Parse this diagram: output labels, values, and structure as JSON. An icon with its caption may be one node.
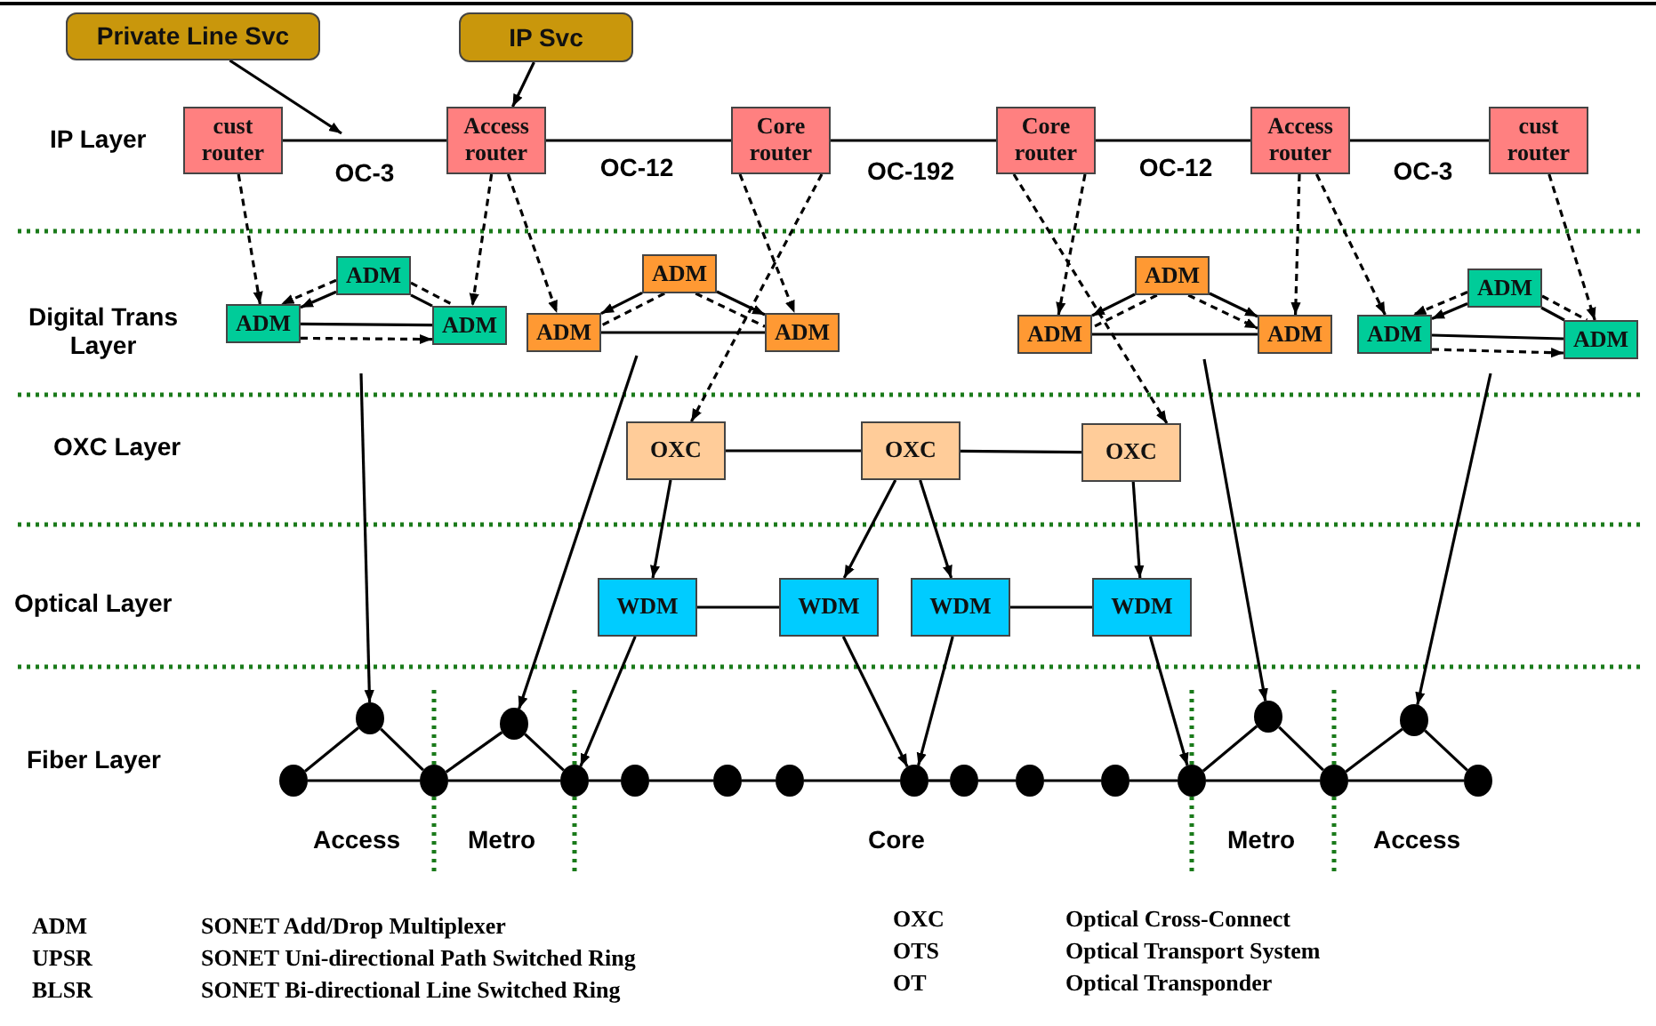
{
  "diagram": {
    "nodes": [
      {
        "text": [
          "Private Line Svc"
        ]
      },
      {
        "text": [
          "IP Svc"
        ]
      },
      {
        "text": [
          "cust router"
        ]
      },
      {
        "text": [
          "Access router"
        ]
      },
      {
        "text": [
          "Core router"
        ]
      },
      {
        "text": [
          "Core router"
        ]
      },
      {
        "text": [
          "Access router"
        ]
      },
      {
        "text": [
          "cust router"
        ]
      },
      {
        "text": [
          "ADM"
        ]
      },
      {
        "text": [
          "ADM"
        ]
      },
      {
        "text": [
          "ADM"
        ]
      },
      {
        "text": [
          "ADM"
        ]
      },
      {
        "text": [
          "ADM"
        ]
      },
      {
        "text": [
          "ADM"
        ]
      },
      {
        "text": [
          "ADM"
        ]
      },
      {
        "text": [
          "ADM"
        ]
      },
      {
        "text": [
          "ADM"
        ]
      },
      {
        "text": [
          "ADM"
        ]
      },
      {
        "text": [
          "ADM"
        ]
      },
      {
        "text": [
          "ADM"
        ]
      },
      {
        "text": [
          "OXC"
        ]
      },
      {
        "text": [
          "OXC"
        ]
      },
      {
        "text": [
          "OXC"
        ]
      },
      {
        "text": [
          "WDM"
        ]
      },
      {
        "text": [
          "WDM"
        ]
      },
      {
        "text": [
          "WDM"
        ]
      },
      {
        "text": [
          "WDM"
        ]
      },
      {
        "text": [],
        "shape": "circle"
      },
      {
        "text": [],
        "shape": "circle"
      },
      {
        "text": [],
        "shape": "circle"
      },
      {
        "text": [],
        "shape": "circle"
      },
      {
        "text": [],
        "shape": "circle"
      },
      {
        "text": [],
        "shape": "circle"
      },
      {
        "text": [],
        "shape": "circle"
      },
      {
        "text": [],
        "shape": "circle"
      },
      {
        "text": [],
        "shape": "circle"
      },
      {
        "text": [],
        "shape": "circle"
      },
      {
        "text": [],
        "shape": "circle"
      },
      {
        "text": [],
        "shape": "circle"
      },
      {
        "text": [],
        "shape": "circle"
      },
      {
        "text": [],
        "shape": "circle"
      },
      {
        "text": [],
        "shape": "circle"
      },
      {
        "text": [],
        "shape": "circle"
      },
      {
        "text": [],
        "shape": "circle"
      }
    ],
    "edges": [
      {
        "from": 0,
        "to": null,
        "arrow": "to"
      },
      {
        "from": 1,
        "to": 3,
        "arrow": "to"
      },
      {
        "from": 2,
        "to": 3,
        "arrow": "none",
        "label": "OC-3"
      },
      {
        "from": 3,
        "to": 4,
        "arrow": "none",
        "label": "OC-12"
      },
      {
        "from": 4,
        "to": 5,
        "arrow": "none",
        "label": "OC-192"
      },
      {
        "from": 5,
        "to": 6,
        "arrow": "none",
        "label": "OC-12"
      },
      {
        "from": 6,
        "to": 7,
        "arrow": "none",
        "label": "OC-3"
      },
      {
        "from": 2,
        "to": 9,
        "arrow": "to",
        "style": "dashed"
      },
      {
        "from": 3,
        "to": 10,
        "arrow": "to",
        "style": "dashed"
      },
      {
        "from": 3,
        "to": 12,
        "arrow": "to",
        "style": "dashed"
      },
      {
        "from": 4,
        "to": 13,
        "arrow": "to",
        "style": "dashed"
      },
      {
        "from": 4,
        "to": 20,
        "arrow": "to",
        "style": "dashed"
      },
      {
        "from": 5,
        "to": 15,
        "arrow": "to",
        "style": "dashed"
      },
      {
        "from": 5,
        "to": 22,
        "arrow": "to",
        "style": "dashed"
      },
      {
        "from": 6,
        "to": 16,
        "arrow": "to",
        "style": "dashed"
      },
      {
        "from": 6,
        "to": 18,
        "arrow": "to",
        "style": "dashed"
      },
      {
        "from": 7,
        "to": 19,
        "arrow": "to",
        "style": "dashed"
      },
      {
        "from": 8,
        "to": 9,
        "arrow": "to"
      },
      {
        "from": 8,
        "to": 9,
        "arrow": "to",
        "style": "dashed"
      },
      {
        "from": 8,
        "to": 10,
        "arrow": "none"
      },
      {
        "from": 8,
        "to": 10,
        "arrow": "none",
        "style": "dashed"
      },
      {
        "from": 9,
        "to": 10,
        "arrow": "none"
      },
      {
        "from": 9,
        "to": 10,
        "arrow": "to",
        "style": "dashed"
      },
      {
        "from": 11,
        "to": 12,
        "arrow": "to"
      },
      {
        "from": 11,
        "to": 12,
        "arrow": "none",
        "style": "dashed"
      },
      {
        "from": 11,
        "to": 13,
        "arrow": "to"
      },
      {
        "from": 11,
        "to": 13,
        "arrow": "none",
        "style": "dashed"
      },
      {
        "from": 12,
        "to": 13,
        "arrow": "none"
      },
      {
        "from": 14,
        "to": 15,
        "arrow": "to"
      },
      {
        "from": 14,
        "to": 15,
        "arrow": "none",
        "style": "dashed"
      },
      {
        "from": 14,
        "to": 16,
        "arrow": "to"
      },
      {
        "from": 14,
        "to": 16,
        "arrow": "to",
        "style": "dashed"
      },
      {
        "from": 15,
        "to": 16,
        "arrow": "none"
      },
      {
        "from": 17,
        "to": 18,
        "arrow": "to"
      },
      {
        "from": 17,
        "to": 18,
        "arrow": "to",
        "style": "dashed"
      },
      {
        "from": 17,
        "to": 19,
        "arrow": "none"
      },
      {
        "from": 17,
        "to": 19,
        "arrow": "none",
        "style": "dashed"
      },
      {
        "from": 18,
        "to": 19,
        "arrow": "none"
      },
      {
        "from": 18,
        "to": 19,
        "arrow": "to",
        "style": "dashed"
      },
      {
        "from": null,
        "to": 27,
        "arrow": "to"
      },
      {
        "from": null,
        "to": 28,
        "arrow": "to"
      },
      {
        "from": null,
        "to": 29,
        "arrow": "to"
      },
      {
        "from": null,
        "to": 30,
        "arrow": "to"
      },
      {
        "from": 20,
        "to": 21,
        "arrow": "none"
      },
      {
        "from": 21,
        "to": 22,
        "arrow": "none"
      },
      {
        "from": 20,
        "to": 23,
        "arrow": "to"
      },
      {
        "from": 21,
        "to": 24,
        "arrow": "to"
      },
      {
        "from": 21,
        "to": 25,
        "arrow": "to"
      },
      {
        "from": 22,
        "to": 26,
        "arrow": "to"
      },
      {
        "from": 23,
        "to": 24,
        "arrow": "none"
      },
      {
        "from": 25,
        "to": 26,
        "arrow": "none"
      },
      {
        "from": 23,
        "to": 33,
        "arrow": "to"
      },
      {
        "from": 24,
        "to": 37,
        "arrow": "to"
      },
      {
        "from": 25,
        "to": 37,
        "arrow": "to"
      },
      {
        "from": 26,
        "to": 41,
        "arrow": "to"
      },
      {
        "from": 31,
        "to": 32,
        "arrow": "none"
      },
      {
        "from": 32,
        "to": 33,
        "arrow": "none"
      },
      {
        "from": 33,
        "to": 34,
        "arrow": "none"
      },
      {
        "from": 34,
        "to": 35,
        "arrow": "none"
      },
      {
        "from": 35,
        "to": 36,
        "arrow": "none"
      },
      {
        "from": 36,
        "to": 37,
        "arrow": "none"
      },
      {
        "from": 37,
        "to": 38,
        "arrow": "none"
      },
      {
        "from": 38,
        "to": 39,
        "arrow": "none"
      },
      {
        "from": 39,
        "to": 40,
        "arrow": "none"
      },
      {
        "from": 40,
        "to": 41,
        "arrow": "none"
      },
      {
        "from": 41,
        "to": 42,
        "arrow": "none"
      },
      {
        "from": 42,
        "to": 43,
        "arrow": "none"
      },
      {
        "from": 31,
        "to": 27,
        "arrow": "none"
      },
      {
        "from": 27,
        "to": 32,
        "arrow": "none"
      },
      {
        "from": 32,
        "to": 28,
        "arrow": "none"
      },
      {
        "from": 28,
        "to": 33,
        "arrow": "none"
      },
      {
        "from": 41,
        "to": 29,
        "arrow": "none"
      },
      {
        "from": 29,
        "to": 42,
        "arrow": "none"
      },
      {
        "from": 42,
        "to": 30,
        "arrow": "none"
      },
      {
        "from": 30,
        "to": 43,
        "arrow": "none"
      }
    ],
    "labels": [
      "IP Layer",
      "Digital Trans Layer",
      "OXC Layer",
      "Optical Layer",
      "Fiber Layer",
      "Access",
      "Metro",
      "Core",
      "Metro",
      "Access",
      "ADM",
      "SONET Add/Drop Multiplexer",
      "OXC",
      "Optical Cross-Connect",
      "UPSR",
      "SONET Uni-directional Path Switched Ring",
      "OTS",
      "Optical Transport System",
      "BLSR",
      "SONET Bi-directional Line Switched Ring",
      "OT",
      "Optical Transponder"
    ]
  }
}
